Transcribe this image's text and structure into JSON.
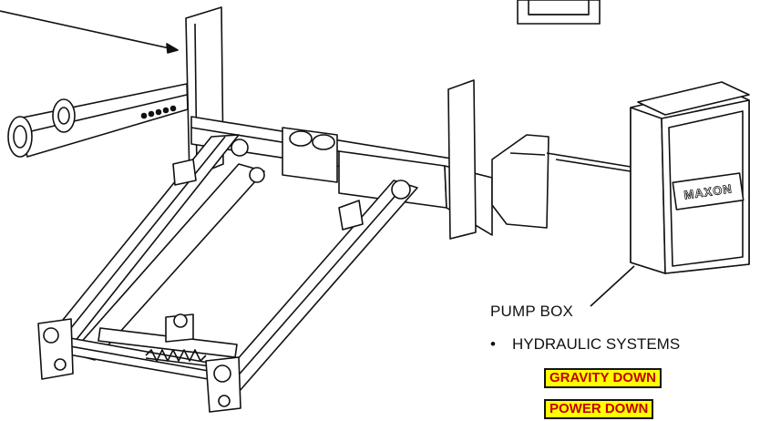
{
  "callout": {
    "title": "PUMP BOX",
    "bullet": "•",
    "system_label": "HYDRAULIC SYSTEMS",
    "options": [
      "GRAVITY DOWN",
      "POWER DOWN"
    ]
  },
  "brand": "MAXON",
  "colors": {
    "highlight": "#ffff00",
    "highlight_text": "#c00000",
    "line": "#111111"
  }
}
